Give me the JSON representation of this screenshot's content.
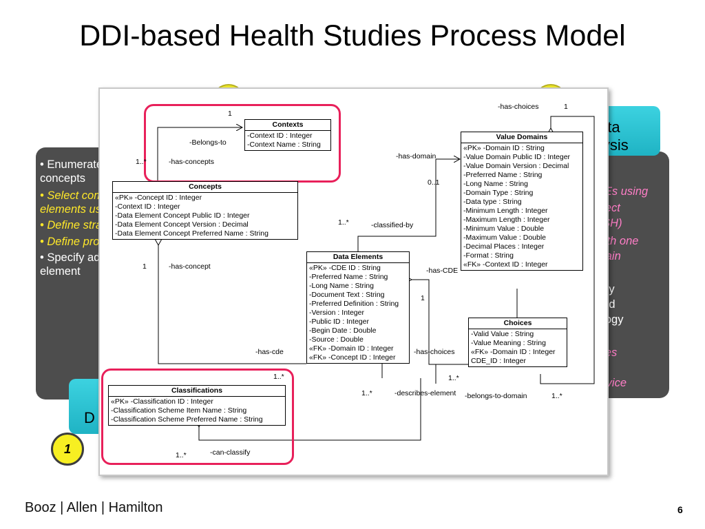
{
  "slide": {
    "title": "DDI-based Health Studies Process Model",
    "page_number": "6",
    "logo": "Booz | Allen | Hamilton"
  },
  "left_panel": {
    "items": [
      {
        "text": "• Enumerate concepts",
        "style": "white"
      },
      {
        "text": "• Select common elements use in in",
        "style": "yellow"
      },
      {
        "text": "• Define strategy",
        "style": "yellow"
      },
      {
        "text": "• Define protocol",
        "style": "yellow"
      },
      {
        "text": "• Specify administ element",
        "style": "white"
      }
    ]
  },
  "teal_left": {
    "text": "D"
  },
  "badge_1": {
    "text": "1"
  },
  "teal_right": {
    "line1": "ata",
    "line2": "lysis"
  },
  "right_panel": {
    "lines": [
      {
        "text": "DEs using",
        "style": "pink"
      },
      {
        "text": "oject",
        "style": "pink"
      },
      {
        "text": "eSH)",
        "style": "pink"
      },
      {
        "text": "with one",
        "style": "pink"
      },
      {
        "text": "main",
        "style": "pink"
      },
      {
        "text": "udy",
        "style": "white"
      },
      {
        "text": "and",
        "style": "white"
      },
      {
        "text": "ology",
        "style": "white"
      },
      {
        "text": "bles",
        "style": "pink"
      },
      {
        "text": "ervice",
        "style": "pink"
      }
    ]
  },
  "diagram": {
    "classes": {
      "contexts": {
        "title": "Contexts",
        "attrs": [
          "-Context ID : Integer",
          "-Context Name : String"
        ]
      },
      "concepts": {
        "title": "Concepts",
        "attrs": [
          "«PK» -Concept ID : Integer",
          "-Context ID : Integer",
          "-Data Element Concept Public ID : Integer",
          "-Data Element Concept Version : Decimal",
          "-Data Element Concept Preferred Name : String"
        ]
      },
      "value_domains": {
        "title": "Value Domains",
        "attrs": [
          "«PK» -Domain ID : String",
          "-Value Domain Public ID : Integer",
          "-Value Domain Version : Decimal",
          "-Preferred Name : String",
          "-Long Name : String",
          "-Domain Type : String",
          "-Data type : String",
          "-Minimum Length : Integer",
          "-Maximum Length : Integer",
          "-Minimum Value : Double",
          "-Maximum Value : Double",
          "-Decimal Places : Integer",
          "-Format : String",
          "«FK» -Context ID : Integer"
        ]
      },
      "data_elements": {
        "title": "Data Elements",
        "attrs": [
          "«PK» -CDE ID : String",
          "-Preferred Name : String",
          "-Long Name : String",
          "-Document Text : String",
          "-Preferred Definition : String",
          "-Version : Integer",
          "-Public ID : Integer",
          "-Begin Date : Double",
          "-Source : Double",
          "«FK» -Domain ID : Integer",
          "«FK» -Concept ID : Integer"
        ]
      },
      "choices": {
        "title": "Choices",
        "attrs": [
          "-Valid Value : String",
          "-Value Meaning : String",
          "«FK» -Domain ID : Integer",
          "CDE_ID : Integer"
        ]
      },
      "classifications": {
        "title": "Classifications",
        "attrs": [
          "«PK» -Classification ID : Integer",
          "-Classification Scheme Item Name : String",
          "-Classification Scheme Preferred Name : String"
        ]
      }
    },
    "labels": {
      "belongs_to": "-Belongs-to",
      "has_concepts": "-has-concepts",
      "has_concept": "-has-concept",
      "has_cde": "-has-cde",
      "has_domain": "-has-domain",
      "has_choices_top": "-has-choices",
      "has_choices_mid": "-has-choices",
      "classified_by": "-classified-by",
      "has_cde_right": "-has-CDE",
      "describes_element": "-describes-element",
      "belongs_to_domain": "-belongs-to-domain",
      "can_classify": "-can-classify",
      "m_1_contexts": "1",
      "m_1dot_concepts": "1..*",
      "m_1_concept": "1",
      "m_1_choices_top": "1",
      "m_0_1": "0..1",
      "m_1star_classified": "1..*",
      "m_1_has_cde": "1",
      "m_1star_classifications": "1..*",
      "m_1star_describes": "1..*",
      "m_1star_choices": "1..*",
      "m_1star_belongs": "1..*",
      "m_1star_can_classify": "1..*"
    }
  }
}
